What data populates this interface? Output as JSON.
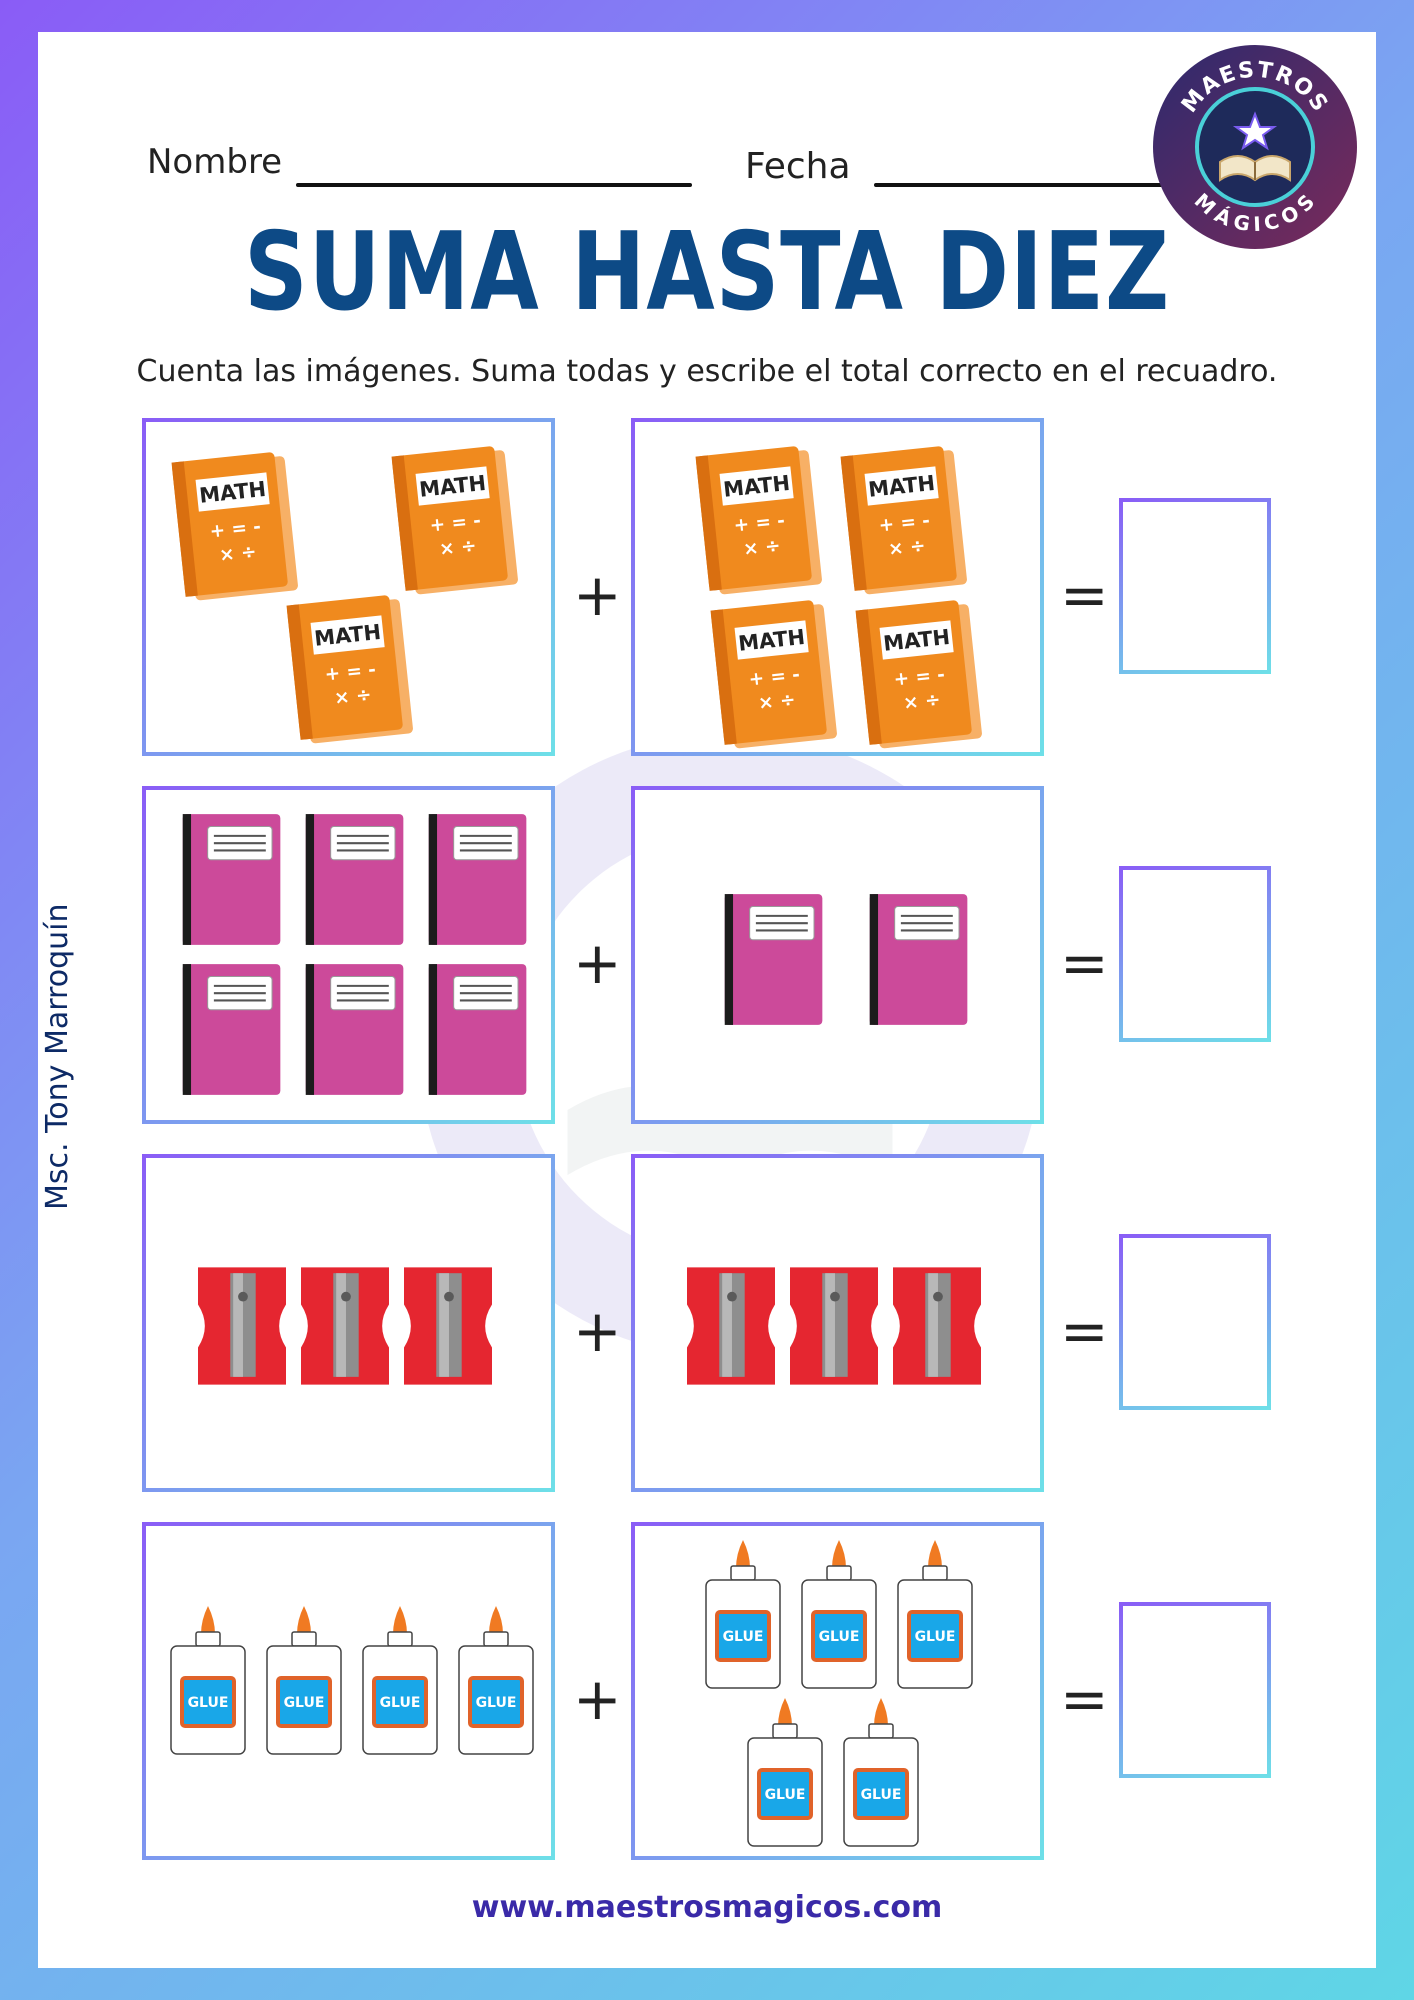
{
  "header": {
    "name_label": "Nombre",
    "date_label": "Fecha"
  },
  "logo": {
    "top_text": "MAESTROS",
    "bottom_text": "MÁGICOS"
  },
  "title": "SUMA HASTA DIEZ",
  "instructions": "Cuenta las imágenes. Suma todas y escribe el total correcto en el recuadro.",
  "author": "Msc. Tony Marroquín",
  "footer": "www.maestrosmagicos.com",
  "operators": {
    "plus": "+",
    "equals": "="
  },
  "colors": {
    "title": "#0d4a86",
    "book": "#f08a1e",
    "notebook": "#cc4a9a",
    "sharpener": "#e52630",
    "glue_label": "#19a7e8",
    "glue_cap": "#f07a22"
  },
  "book_label": "MATH",
  "book_symbols": "+ = -\n× ÷",
  "glue_label": "GLUE",
  "problems": [
    {
      "item": "math-book",
      "icon": "book-icon",
      "left_count": 3,
      "right_count": 4
    },
    {
      "item": "notebook",
      "icon": "notebook-icon",
      "left_count": 6,
      "right_count": 2
    },
    {
      "item": "sharpener",
      "icon": "sharpener-icon",
      "left_count": 3,
      "right_count": 3
    },
    {
      "item": "glue",
      "icon": "glue-icon",
      "left_count": 4,
      "right_count": 5
    }
  ]
}
